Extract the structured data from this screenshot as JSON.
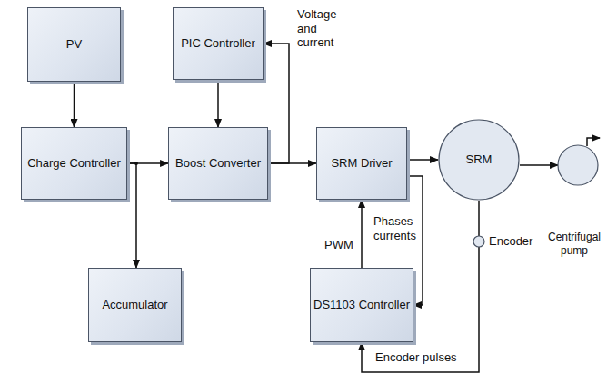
{
  "diagram": {
    "nodes": [
      {
        "text": [
          "PV"
        ]
      },
      {
        "text": [
          "PIC Controller"
        ]
      },
      {
        "text": [
          "Charge Controller"
        ]
      },
      {
        "text": [
          "Boost Converter"
        ]
      },
      {
        "text": [
          "SRM Driver"
        ]
      },
      {
        "text": [
          "Accumulator"
        ]
      },
      {
        "text": [
          "DS1103 Controller"
        ]
      },
      {
        "text": [
          "SRM"
        ]
      },
      {
        "text": [
          "Centrifugal pump"
        ]
      },
      {
        "text": [
          "Encoder"
        ]
      }
    ],
    "edges": [
      {
        "from": 0,
        "to": 2,
        "arrow": "to"
      },
      {
        "from": 1,
        "to": 3,
        "arrow": "to"
      },
      {
        "from": 3,
        "to": 1,
        "label": "Voltage and current",
        "arrow": "to"
      },
      {
        "from": 2,
        "to": 3,
        "arrow": "to"
      },
      {
        "from": 2,
        "to": 5,
        "arrow": "to"
      },
      {
        "from": 3,
        "to": 4,
        "arrow": "to"
      },
      {
        "from": 4,
        "to": 7,
        "arrow": "to"
      },
      {
        "from": 4,
        "to": 6,
        "label": "Phases currents",
        "arrow": "to"
      },
      {
        "from": 6,
        "to": 4,
        "label": "PWM",
        "arrow": "to"
      },
      {
        "from": 7,
        "to": 8,
        "arrow": "to"
      },
      {
        "from": 7,
        "to": 9,
        "arrow": "none"
      },
      {
        "from": 9,
        "to": 6,
        "label": "Encoder pulses",
        "arrow": "to"
      }
    ]
  }
}
